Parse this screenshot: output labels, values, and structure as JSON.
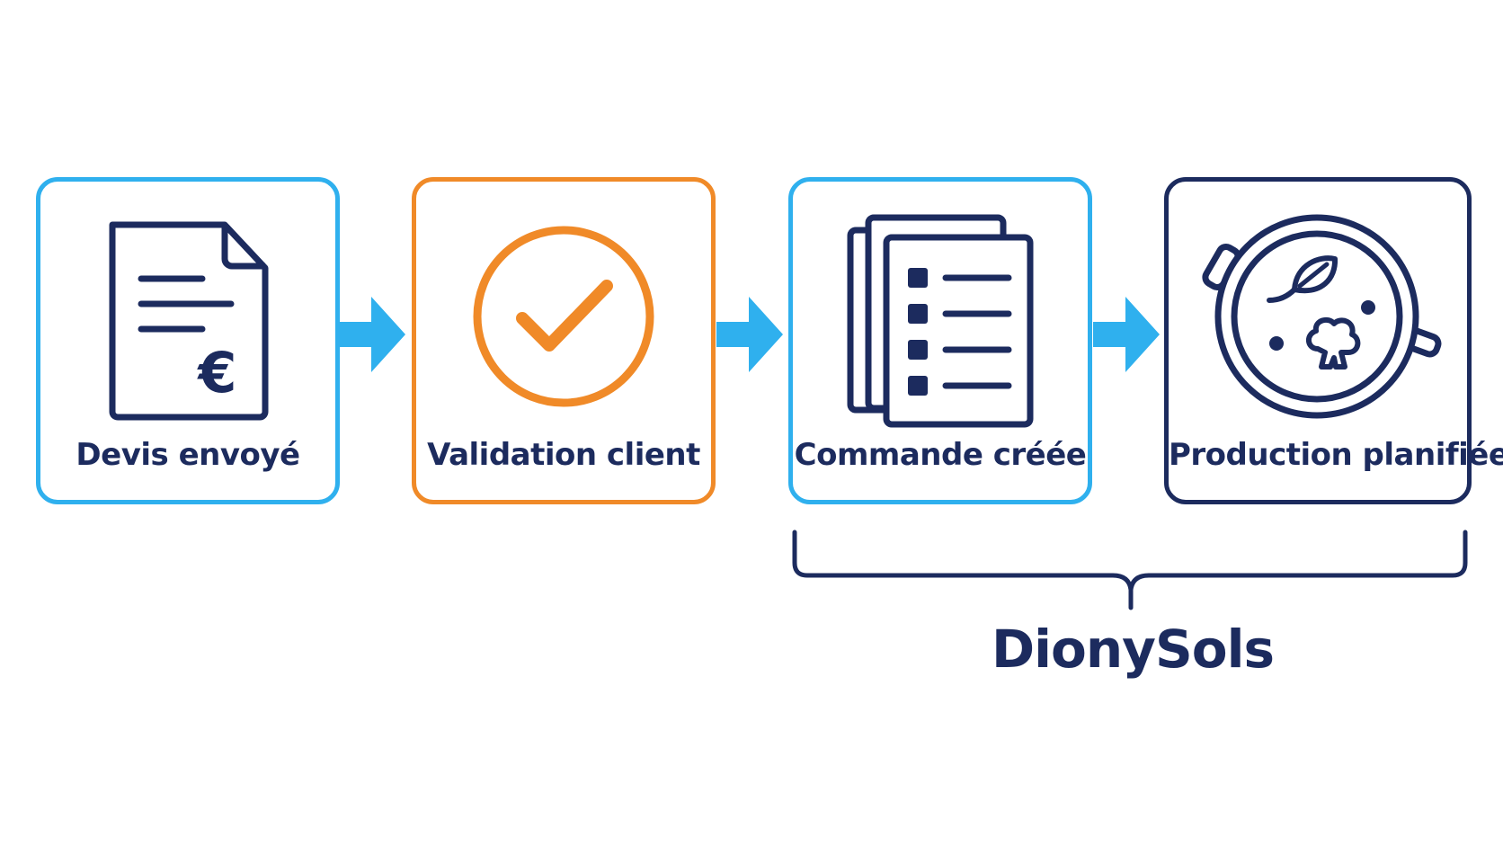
{
  "colors": {
    "navy": "#1c2b5e",
    "sky": "#2fb0ee",
    "orange": "#f08a28"
  },
  "steps": [
    {
      "label": "Devis envoyé",
      "icon": "euro-document-icon",
      "border": "#2fb0ee",
      "text_color": "#1c2b5e"
    },
    {
      "label": "Validation client",
      "icon": "check-circle-icon",
      "border": "#f08a28",
      "text_color": "#1c2b5e"
    },
    {
      "label": "Commande créée",
      "icon": "order-list-icon",
      "border": "#2fb0ee",
      "text_color": "#1c2b5e"
    },
    {
      "label": "Production planifiée",
      "icon": "cooking-pot-icon",
      "border": "#1c2b5e",
      "text_color": "#1c2b5e"
    }
  ],
  "arrows": {
    "color": "#2fb0ee",
    "icon": "arrow-right-icon"
  },
  "group": {
    "label": "DionySols",
    "color": "#1c2b5e"
  }
}
